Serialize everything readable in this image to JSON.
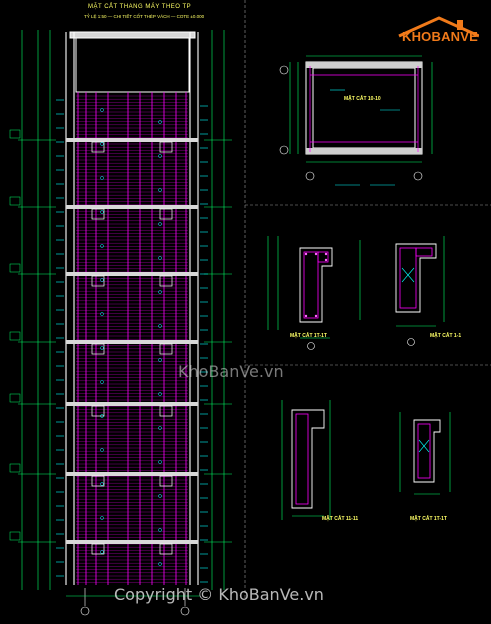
{
  "drawing": {
    "title_main": "MẶT CẮT THANG MÁY THEO TP",
    "title_sub": "TỶ LỆ 1:50 — CHI TIẾT CỐT THÉP VÁCH — COTE ±0.000",
    "sections": {
      "top_plan": "MẶT CẮT 10-10",
      "detail_1": "MẶT CẮT 1T-1T",
      "detail_2": "MẶT CẮT 1-1",
      "detail_3": "MẶT CẮT 11-11",
      "detail_4": "MẶT CẮT 1T-1T"
    }
  },
  "watermark": {
    "center": "KhoBanVe.vn",
    "bottom": "Copyright © KhoBanVe.vn"
  },
  "logo": {
    "text": "KHOBANVE",
    "icon": "house-icon"
  },
  "colors": {
    "background": "#000000",
    "rebar": "#ff00ff",
    "dimension": "#00ff66",
    "outline": "#ffffff",
    "annotation": "#00ffff",
    "title": "#ffff66",
    "logo": "#f07a1a"
  }
}
